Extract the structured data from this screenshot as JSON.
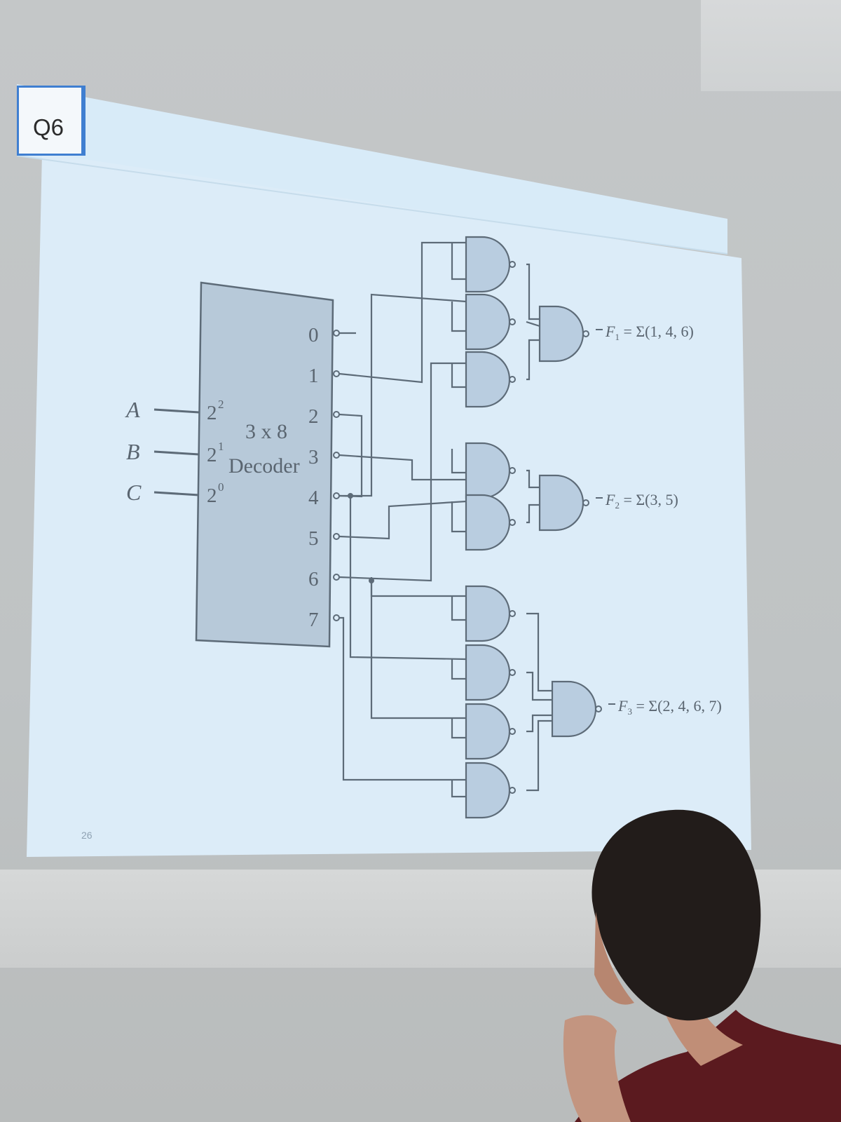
{
  "slide": {
    "tab_label": "Q6",
    "page_number": "26"
  },
  "decoder": {
    "name_line1": "3 x 8",
    "name_line2": "Decoder",
    "inputs": [
      {
        "label": "A",
        "weight": "2",
        "exp": "2"
      },
      {
        "label": "B",
        "weight": "2",
        "exp": "1"
      },
      {
        "label": "C",
        "weight": "2",
        "exp": "0"
      }
    ],
    "outputs": [
      "0",
      "1",
      "2",
      "3",
      "4",
      "5",
      "6",
      "7"
    ]
  },
  "functions": [
    {
      "name": "F",
      "sub": "1",
      "expr": " = Σ(1, 4, 6)"
    },
    {
      "name": "F",
      "sub": "2",
      "expr": " = Σ(3, 5)"
    },
    {
      "name": "F",
      "sub": "3",
      "expr": " = Σ(2, 4, 6, 7)"
    }
  ],
  "colors": {
    "slide_bg": "#dfeef9",
    "ink": "#5d6b78",
    "gate_fill": "#b9cde0",
    "decoder_fill": "#b7c9d9",
    "tab_border": "#3f7fd1"
  }
}
